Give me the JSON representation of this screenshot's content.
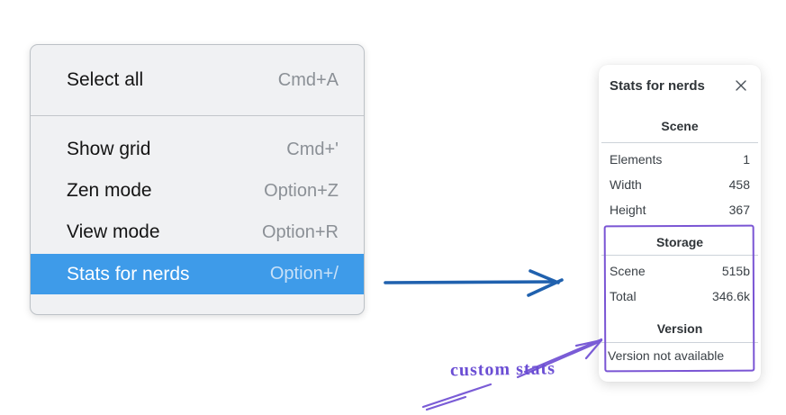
{
  "context_menu": {
    "items": [
      {
        "label": "Select all",
        "shortcut": "Cmd+A",
        "selected": false
      },
      {
        "label": "Show grid",
        "shortcut": "Cmd+'",
        "selected": false
      },
      {
        "label": "Zen mode",
        "shortcut": "Option+Z",
        "selected": false
      },
      {
        "label": "View mode",
        "shortcut": "Option+R",
        "selected": false
      },
      {
        "label": "Stats for nerds",
        "shortcut": "Option+/",
        "selected": true
      }
    ]
  },
  "stats_panel": {
    "title": "Stats for nerds",
    "close_icon": "x-icon",
    "scene": {
      "title": "Scene",
      "rows": [
        {
          "label": "Elements",
          "value": "1"
        },
        {
          "label": "Width",
          "value": "458"
        },
        {
          "label": "Height",
          "value": "367"
        }
      ]
    },
    "storage": {
      "title": "Storage",
      "rows": [
        {
          "label": "Scene",
          "value": "515b"
        },
        {
          "label": "Total",
          "value": "346.6k"
        }
      ]
    },
    "version": {
      "title": "Version",
      "note": "Version not available"
    }
  },
  "annotation": {
    "label": "custom stats"
  },
  "colors": {
    "menu_background": "#f0f1f3",
    "menu_highlight": "#3e9be9",
    "flow_arrow_blue": "#2061ae",
    "annotation_purple": "#7a55d4",
    "panel_text": "#343a40"
  }
}
